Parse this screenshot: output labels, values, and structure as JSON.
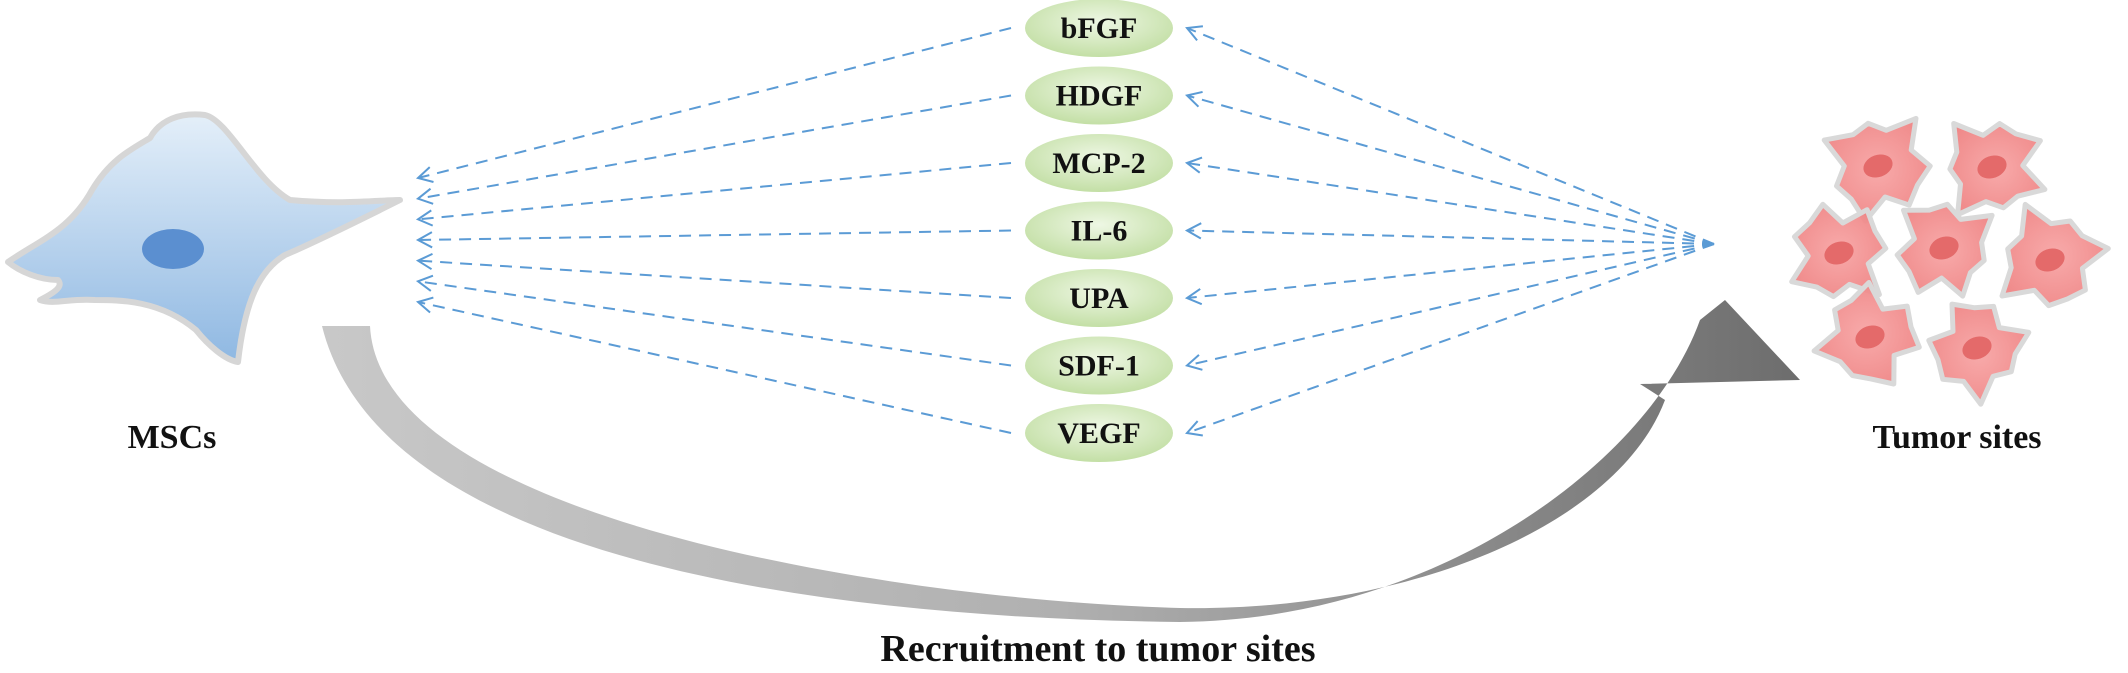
{
  "labels": {
    "source": "MSCs",
    "target": "Tumor sites",
    "caption": "Recruitment to tumor sites"
  },
  "factors": [
    "bFGF",
    "HDGF",
    "MCP-2",
    "IL-6",
    "UPA",
    "SDF-1",
    "VEGF"
  ],
  "colors": {
    "factor_fill": "#cfe6b4",
    "arrow": "#5b9bd5",
    "msc_cell": "#a9c9ea",
    "msc_nucleus": "#5b8fd0",
    "tumor_cell": "#f08c8c",
    "tumor_nucleus": "#e46a6a",
    "recruit_arrow": "#7a7a7a"
  }
}
